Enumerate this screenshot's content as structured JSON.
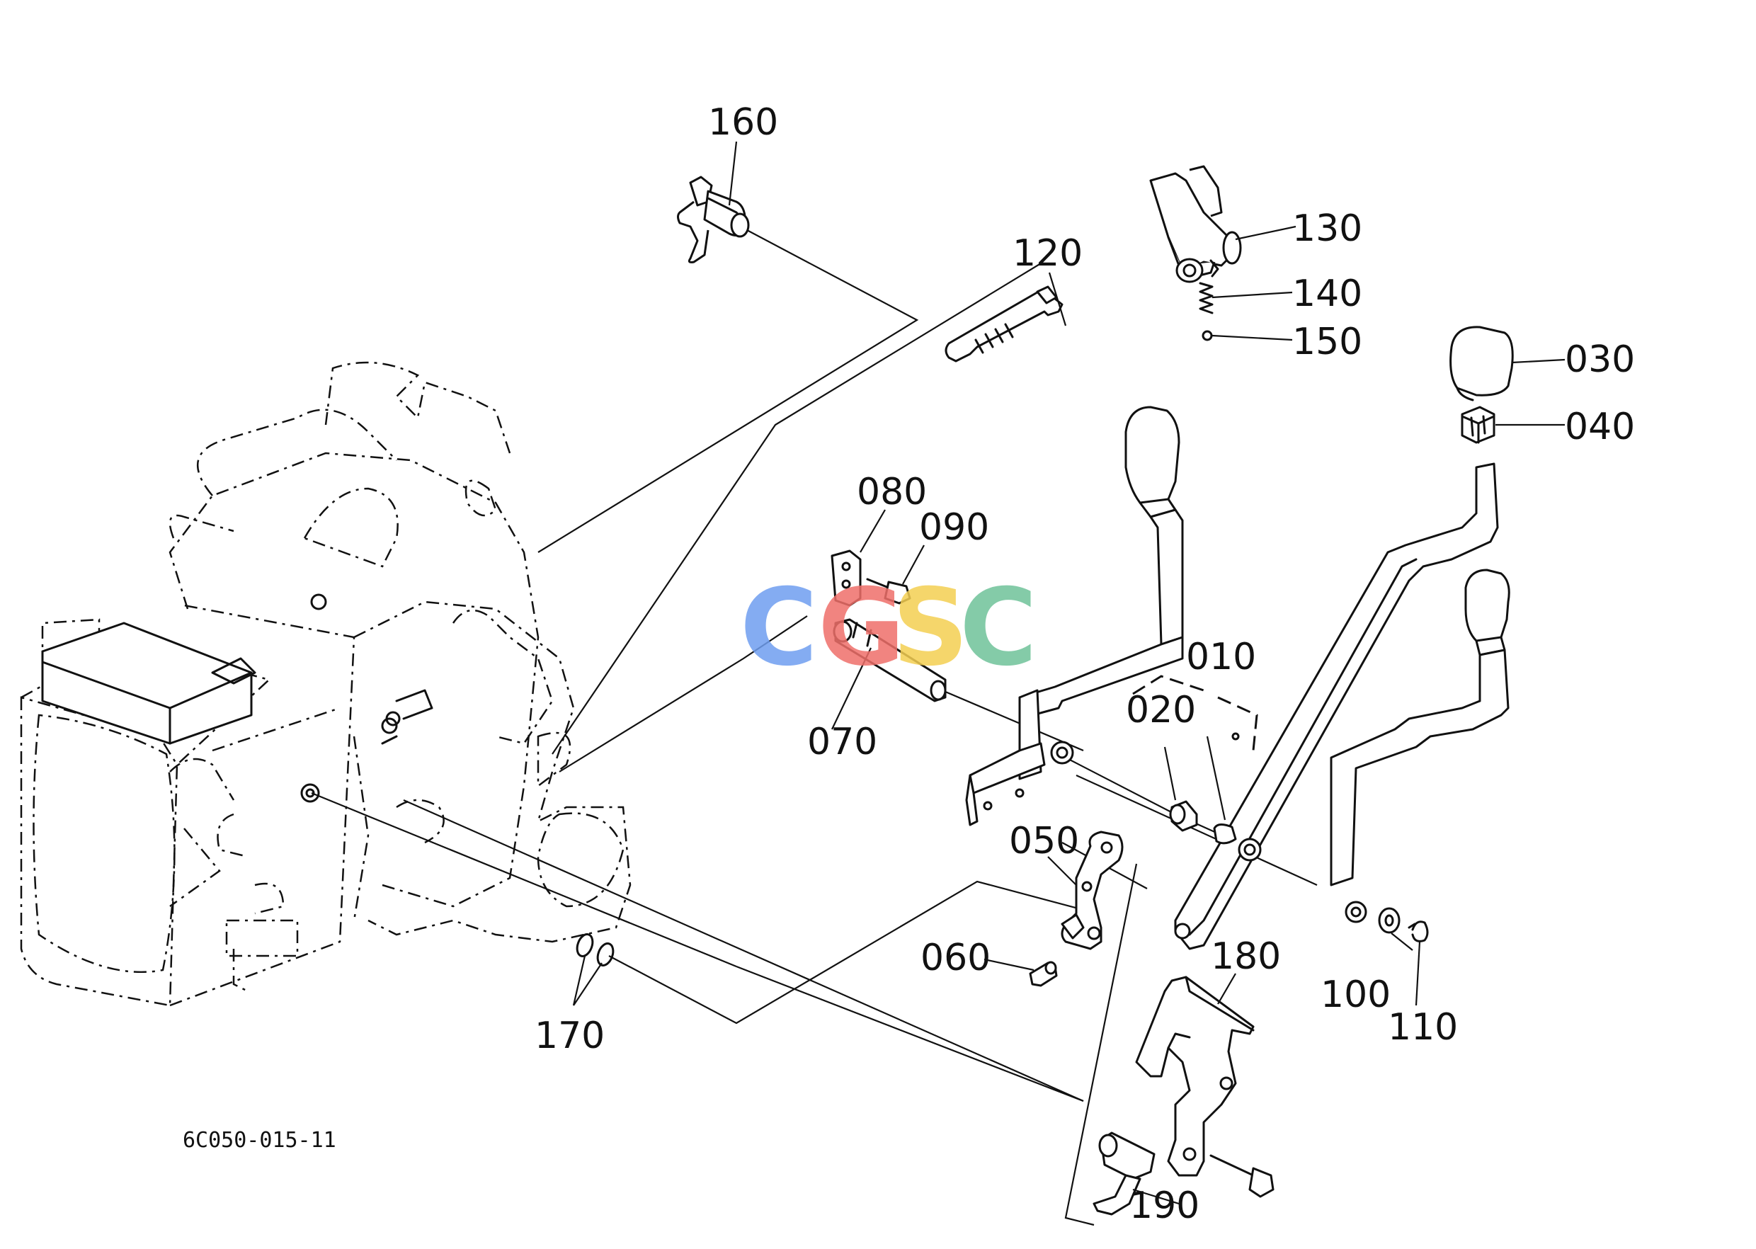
{
  "diagram": {
    "drawing_number": "6C050-015-11",
    "watermark": "CGSC",
    "brand_colors": {
      "c1": "#6f9ef0",
      "g": "#ef6f6a",
      "s": "#f4cf52",
      "c2": "#6fc29a"
    },
    "part_labels": {
      "p010": "010",
      "p020": "020",
      "p030": "030",
      "p040": "040",
      "p050": "050",
      "p060": "060",
      "p070": "070",
      "p080": "080",
      "p090": "090",
      "p100": "100",
      "p110": "110",
      "p120": "120",
      "p130": "130",
      "p140": "140",
      "p150": "150",
      "p160": "160",
      "p170": "170",
      "p180": "180",
      "p190": "190"
    }
  }
}
